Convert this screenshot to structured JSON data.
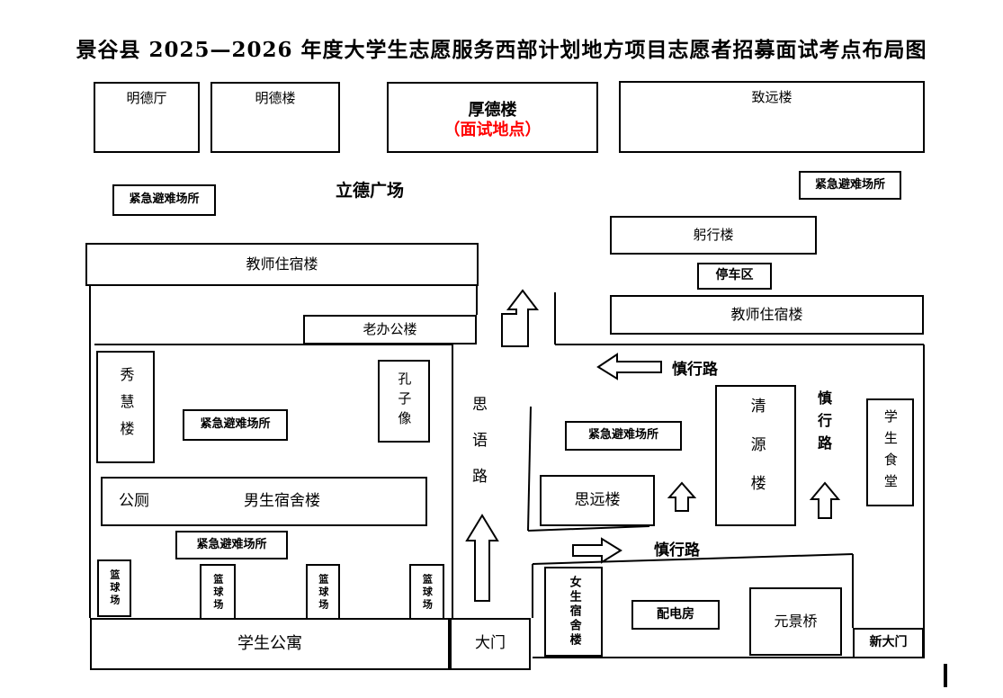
{
  "title": "景谷县 2025—2026 年度大学生志愿服务西部计划地方项目志愿者招募面试考点布局图",
  "colors": {
    "line": "#000000",
    "highlight": "#ff0000",
    "background": "#ffffff"
  },
  "buildings": {
    "mingde_hall": "明德厅",
    "mingde_building": "明德楼",
    "houde_building": "厚德楼",
    "houde_note": "（面试地点）",
    "zhiyuan_building": "致远楼",
    "gongxing_building": "躬行楼",
    "parking_area": "停车区",
    "teacher_dorm": "教师住宿楼",
    "old_office": "老办公楼",
    "xiuhui_building": "秀慧楼",
    "confucius_statue": "孔子像",
    "siyuan_building": "思远楼",
    "qingyuan_building": "清源楼",
    "student_canteen": "学生食堂",
    "public_toilet": "公厕",
    "male_dorm": "男生宿舍楼",
    "basketball_court": "篮球场",
    "student_apartment": "学生公寓",
    "main_gate": "大门",
    "female_dorm": "女生宿舍楼",
    "power_room": "配电房",
    "yuanjing_bridge": "元景桥",
    "new_gate": "新大门"
  },
  "labels": {
    "emergency_shelter": "紧急避难场所"
  },
  "areas": {
    "lide_square": "立德广场"
  },
  "roads": {
    "siyu_road": "思语路",
    "shenxing_road": "慎行路"
  }
}
